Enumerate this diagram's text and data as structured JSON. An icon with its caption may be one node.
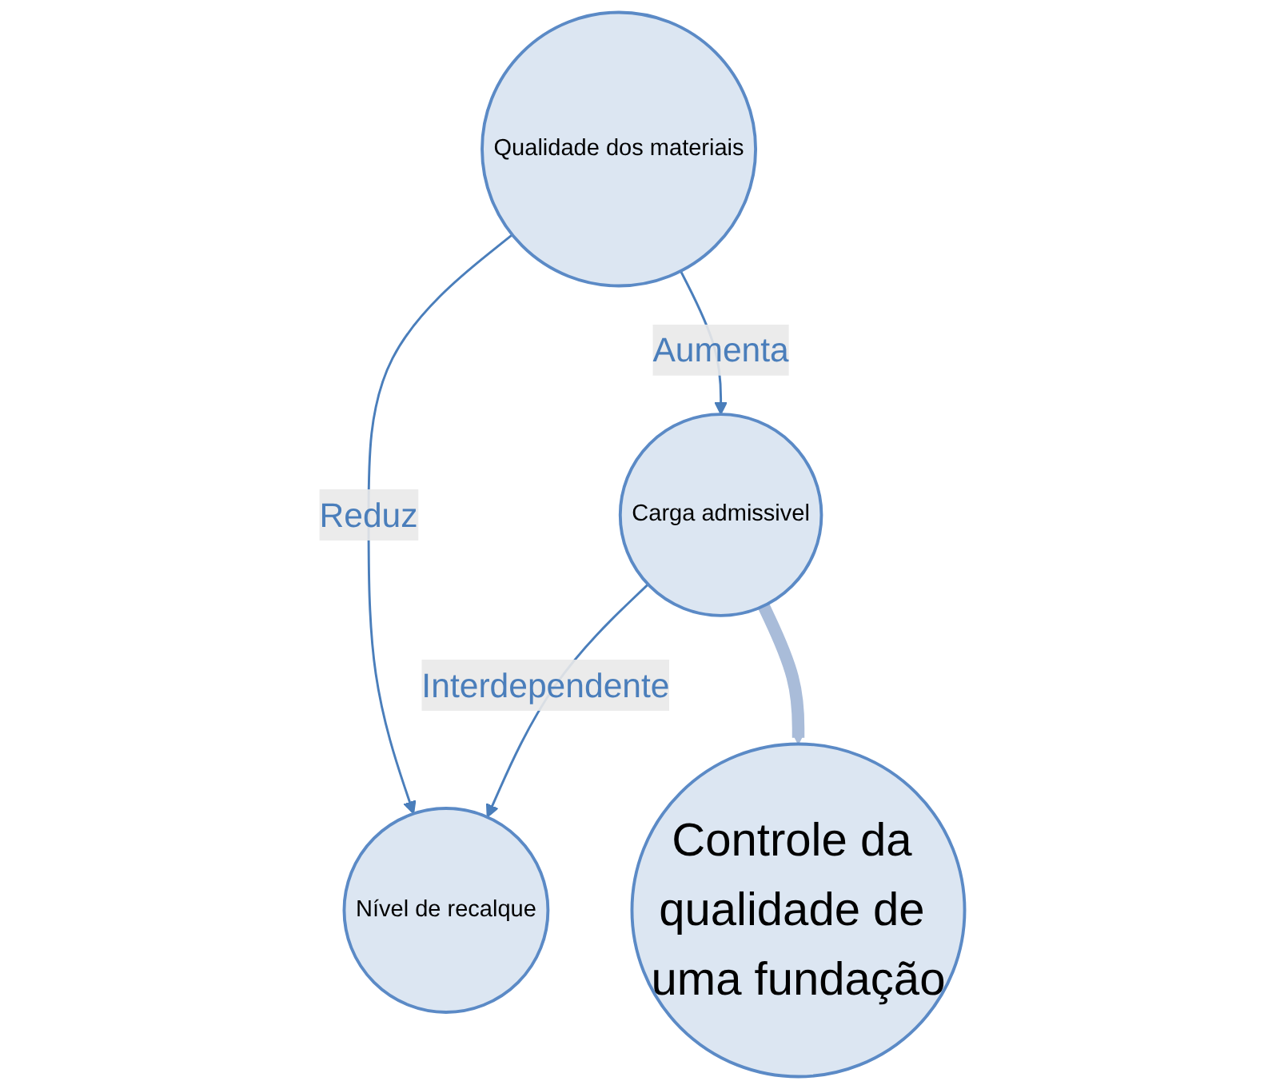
{
  "diagram": {
    "nodes": [
      {
        "text": [
          "Qualidade dos materiais"
        ]
      },
      {
        "text": [
          "Carga admissivel"
        ]
      },
      {
        "text": [
          "Nível de recalque"
        ]
      },
      {
        "text": [
          "Controle da qualidade de uma fundação"
        ]
      }
    ],
    "edges": [
      {
        "from": 0,
        "to": 1,
        "arrow": "to",
        "label": "Aumenta"
      },
      {
        "from": 0,
        "to": 2,
        "arrow": "to",
        "label": "Reduz"
      },
      {
        "from": 1,
        "to": 2,
        "arrow": "to",
        "label": "Interdependente"
      },
      {
        "from": 1,
        "to": 3,
        "arrow": "to",
        "style": "thick",
        "color": "#a9bcd9"
      }
    ]
  }
}
